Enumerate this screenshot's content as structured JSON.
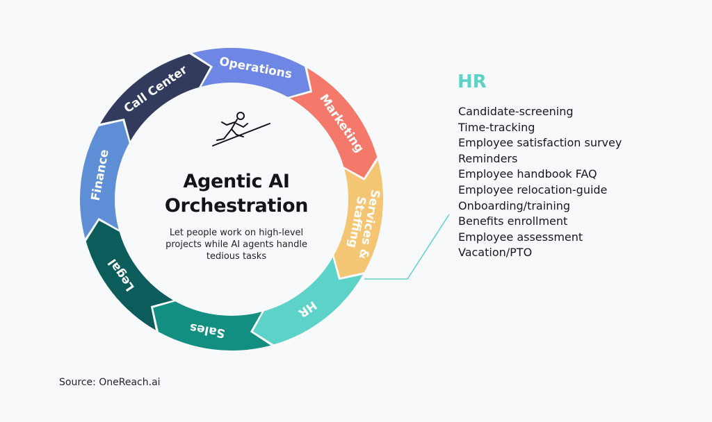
{
  "center": {
    "title_line1": "Agentic AI",
    "title_line2": "Orchestration",
    "subtitle": "Let people work on high-level projects while AI agents handle tedious tasks"
  },
  "segments": [
    {
      "label": "Operations",
      "color": "#6e86e4"
    },
    {
      "label": "Marketing",
      "color": "#f4796a"
    },
    {
      "label": "Services & Staffing",
      "label_lines": [
        "Services &",
        "Staffing"
      ],
      "color": "#f4c673"
    },
    {
      "label": "HR",
      "color": "#5dd2c8"
    },
    {
      "label": "Sales",
      "color": "#138f82"
    },
    {
      "label": "Legal",
      "color": "#0b5c5a"
    },
    {
      "label": "Finance",
      "color": "#5e8fd6"
    },
    {
      "label": "Call Center",
      "color": "#323b5e"
    }
  ],
  "detail": {
    "title": "HR",
    "items": [
      "Candidate-screening",
      "Time-tracking",
      "Employee satisfaction survey",
      "Reminders",
      "Employee handbook FAQ",
      "Employee relocation-guide",
      "Onboarding/training",
      "Benefits enrollment",
      "Employee assessment",
      "Vacation/PTO"
    ],
    "accent_color": "#5dd2c8"
  },
  "source": "Source: OneReach.ai",
  "icons": [
    "running-person-icon"
  ]
}
